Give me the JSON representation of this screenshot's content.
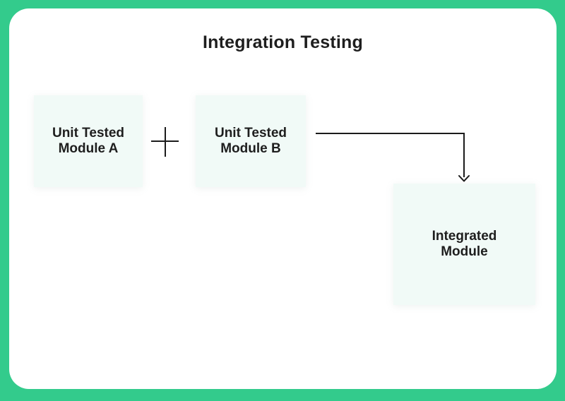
{
  "title": "Integration Testing",
  "diagram": {
    "nodes": [
      {
        "id": "unit-tested-module-a",
        "line1": "Unit Tested",
        "line2": "Module A"
      },
      {
        "id": "unit-tested-module-b",
        "line1": "Unit Tested",
        "line2": "Module B"
      },
      {
        "id": "integrated-module",
        "line1": "Integrated",
        "line2": "Module"
      }
    ],
    "operator": {
      "symbol": "plus",
      "between": [
        "unit-tested-module-a",
        "unit-tested-module-b"
      ]
    },
    "connector": {
      "type": "elbow-arrow",
      "from": "unit-tested-module-b",
      "to": "integrated-module"
    }
  },
  "icons": {
    "plus_operator": "plus-icon",
    "flow_arrow": "arrow-down-icon"
  },
  "colors": {
    "frame": "#33cb8c",
    "card": "#ffffff",
    "node_fill": "#f1faf7",
    "text": "#1e1e1e",
    "stroke": "#1b1b1b"
  }
}
